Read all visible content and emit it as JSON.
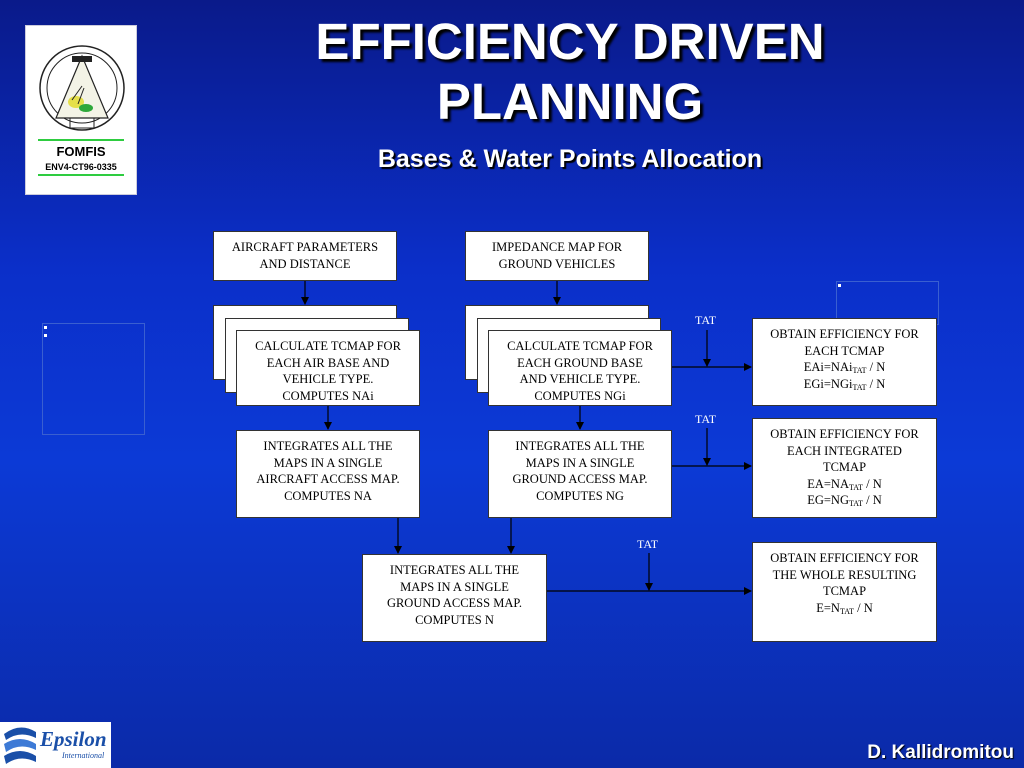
{
  "header": {
    "title_line1": "EFFICIENCY DRIVEN",
    "title_line2": "PLANNING",
    "subtitle": "Bases & Water Points Allocation"
  },
  "logo": {
    "name": "FOMFIS",
    "code": "ENV4-CT96-0335"
  },
  "footer": {
    "author": "D. Kallidromitou",
    "company": "Epsilon",
    "company_sub": "International"
  },
  "flow": {
    "aircraft_params": [
      "AIRCRAFT PARAMETERS",
      "AND DISTANCE"
    ],
    "impedance_map": [
      "IMPEDANCE MAP FOR",
      "GROUND VEHICLES"
    ],
    "calc_air": [
      "CALCULATE TCMAP FOR",
      "EACH AIR BASE AND",
      "VEHICLE TYPE.",
      "COMPUTES NAi"
    ],
    "calc_ground": [
      "CALCULATE TCMAP FOR",
      "EACH GROUND BASE",
      "AND VEHICLE TYPE.",
      "COMPUTES NGi"
    ],
    "integrate_air": [
      "INTEGRATES ALL THE",
      "MAPS IN A SINGLE",
      "AIRCRAFT ACCESS MAP.",
      "COMPUTES NA"
    ],
    "integrate_ground": [
      "INTEGRATES ALL THE",
      "MAPS IN A SINGLE",
      "GROUND ACCESS MAP.",
      "COMPUTES NG"
    ],
    "integrate_all": [
      "INTEGRATES ALL THE",
      "MAPS IN A SINGLE",
      "GROUND ACCESS MAP.",
      "COMPUTES N"
    ],
    "eff_each": {
      "line1": "OBTAIN EFFICIENCY FOR",
      "line2": "EACH TCMAP",
      "f1_a": "EAi=NAi",
      "f1_sub": "TAT",
      "f1_b": "/ N",
      "f2_a": "EGi=NGi",
      "f2_sub": "TAT",
      "f2_b": "/ N"
    },
    "eff_integrated": {
      "line1": "OBTAIN EFFICIENCY FOR",
      "line2": "EACH INTEGRATED",
      "line3": "TCMAP",
      "f1_a": "EA=NA",
      "f1_sub": "TAT",
      "f1_b": "/ N",
      "f2_a": "EG=NG",
      "f2_sub": "TAT",
      "f2_b": "/ N"
    },
    "eff_whole": {
      "line1": "OBTAIN EFFICIENCY FOR",
      "line2": "THE WHOLE RESULTING",
      "line3": "TCMAP",
      "f1_a": "E=N",
      "f1_sub": "TAT",
      "f1_b": "/ N"
    },
    "tat_labels": [
      "TAT",
      "TAT",
      "TAT"
    ]
  }
}
